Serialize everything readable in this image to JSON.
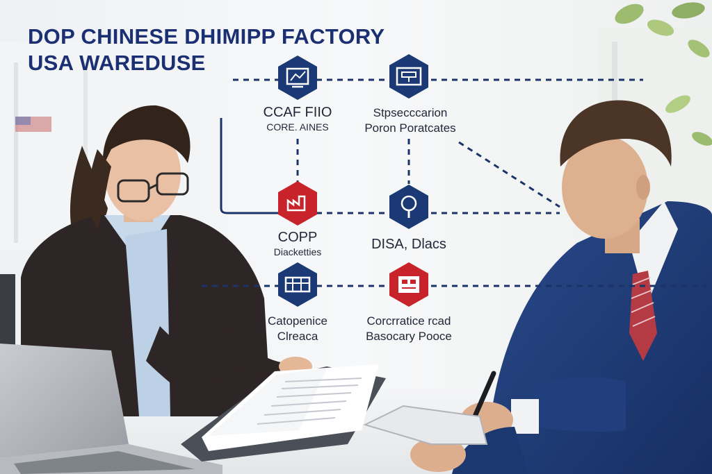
{
  "title": {
    "line1": "DOP CHINESE DHIMIPP FACTORY",
    "line2": "USA WAREDUSE"
  },
  "nodes": [
    {
      "line1": "CCAF FIIO",
      "line2": "CORE. AINES",
      "icon": "monitor-chart-icon",
      "color": "#1b3a75"
    },
    {
      "line1": "Stpsecccarion",
      "line2": "Poron Poratcates",
      "icon": "screen-icon",
      "color": "#1b3a75"
    },
    {
      "line1": "COPP",
      "line2": "Diacketties",
      "icon": "factory-icon",
      "color": "#c8232a"
    },
    {
      "line1": "DISA, Dlacs",
      "line2": "",
      "icon": "lightbulb-icon",
      "color": "#1b3a75"
    },
    {
      "line1": "Catopenice",
      "line2": "Clreaca",
      "icon": "warehouse-icon",
      "color": "#1b3a75"
    },
    {
      "line1": "Corcrratice rcad",
      "line2": "Basocary Pooce",
      "icon": "machine-icon",
      "color": "#c8232a"
    }
  ]
}
